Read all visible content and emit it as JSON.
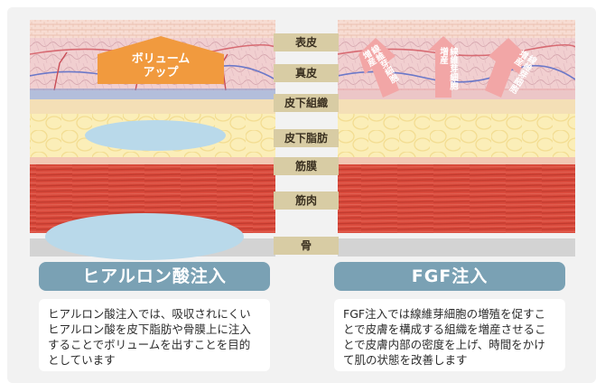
{
  "layers": {
    "epidermis": "表皮",
    "dermis": "真皮",
    "subcutaneous": "皮下組織",
    "subcutaneous_fat": "皮下脂肪",
    "fascia": "筋膜",
    "muscle": "筋肉",
    "bone": "骨"
  },
  "left": {
    "badge": "ボリューム\nアップ",
    "title": "ヒアルロン酸注入",
    "description": "ヒアルロン酸注入では、吸収されにくいヒアルロン酸を皮下脂肪や骨膜上に注入することでボリュームを出すことを目的としています"
  },
  "right": {
    "badges": [
      "線維芽細胞増産",
      "線維芽細胞増産",
      "線維芽細胞増産"
    ],
    "title": "FGF注入",
    "description": "FGF注入では線維芽細胞の増殖を促すことで皮膚を構成する組織を増産させることで皮膚内部の密度を上げ、時間をかけて肌の状態を改善します"
  },
  "colors": {
    "epidermis": "#f6d9d3",
    "dermis": "#efc9c6",
    "subcutaneous": "#f3dcb0",
    "fat": "#fbeeb8",
    "muscle": "#d94a3c",
    "bone": "#d3d3d3",
    "banner": "#7aa1b4",
    "badge_left": "#f19a3e",
    "badge_right": "#f2a6a6",
    "hyaluronic": "#b9d9ea"
  }
}
